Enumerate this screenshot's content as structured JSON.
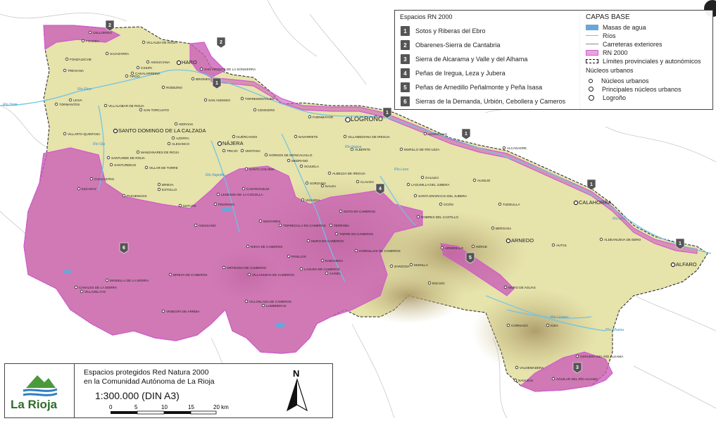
{
  "rn_legend": {
    "title": "Espacios RN 2000",
    "items": [
      {
        "num": "1",
        "label": "Sotos y Riberas del Ebro"
      },
      {
        "num": "2",
        "label": "Obarenes-Sierra de Cantabria"
      },
      {
        "num": "3",
        "label": "Sierra de Alcarama y Valle y del Alhama"
      },
      {
        "num": "4",
        "label": "Peñas de Iregua, Leza y Jubera"
      },
      {
        "num": "5",
        "label": "Peñas de Arnedillo Peñalmonte y Peña Isasa"
      },
      {
        "num": "6",
        "label": "Sierras de la Demanda, Urbión, Cebollera y Cameros"
      }
    ]
  },
  "base_legend": {
    "title": "CAPAS BASE",
    "masas": "Masas de agua",
    "rios": "Ríos",
    "carreteras": "Carreteras exteriores",
    "rn": "RN 2000",
    "limites": "Límites provinciales y autonómicos",
    "nucleos_header": "Núcleos urbanos",
    "nucleos": "Núcleos urbanos",
    "principales": "Principales núcleos urbanos",
    "logrono": "Logroño"
  },
  "title_box": {
    "line1": "Espacios protegidos Red Natura 2000",
    "line2": "en la Comunidad Autónoma de La Rioja",
    "scale": "1:300.000 (DIN A3)",
    "ticks": [
      "0",
      "5",
      "10",
      "15",
      "20 km"
    ],
    "logo": "La Rioja"
  },
  "north": "N",
  "zone_markers": [
    {
      "num": "2"
    },
    {
      "num": "2"
    },
    {
      "num": "1"
    },
    {
      "num": "1"
    },
    {
      "num": "1"
    },
    {
      "num": "1"
    },
    {
      "num": "1"
    },
    {
      "num": "4"
    },
    {
      "num": "5"
    },
    {
      "num": "6"
    },
    {
      "num": "3"
    }
  ],
  "towns": [
    {
      "name": "CELLORIGO"
    },
    {
      "name": "VILLALBA DE RIOJA"
    },
    {
      "name": "FONCEA"
    },
    {
      "name": "SAJAZARRA"
    },
    {
      "name": "FONZALECHE"
    },
    {
      "name": "ANGUCIANA"
    },
    {
      "name": "HARO"
    },
    {
      "name": "CIHURI"
    },
    {
      "name": "TIRGO"
    },
    {
      "name": "CASALARREINA"
    },
    {
      "name": "TREVIANA"
    },
    {
      "name": "SAN VICENTE DE LA SONSIERRA"
    },
    {
      "name": "BRIONES"
    },
    {
      "name": "RODEZNO"
    },
    {
      "name": "LEIVA"
    },
    {
      "name": "TORMANTOS"
    },
    {
      "name": "VILLALOBAR DE RIOJA"
    },
    {
      "name": "SAN TORCUATO"
    },
    {
      "name": "SAN ASENSIO"
    },
    {
      "name": "TORREMONTALBO"
    },
    {
      "name": "CENICERO"
    },
    {
      "name": "FUENMAYOR"
    },
    {
      "name": "LOGROÑO"
    },
    {
      "name": "HERVIAS"
    },
    {
      "name": "VILLARTA-QUINTANA"
    },
    {
      "name": "SANTO DOMINGO DE LA CALZADA"
    },
    {
      "name": "AZOFRA"
    },
    {
      "name": "ALESANCO"
    },
    {
      "name": "HUÉRCANOS"
    },
    {
      "name": "NÁJERA"
    },
    {
      "name": "NAVARRETE"
    },
    {
      "name": "VILLAMEDIANA DE IREGUA"
    },
    {
      "name": "AGONCILLO"
    },
    {
      "name": "ALBERITE"
    },
    {
      "name": "MURILLO DE RÍO LEZA"
    },
    {
      "name": "ALCANADRE"
    },
    {
      "name": "MANZANARES DE RIOJA"
    },
    {
      "name": "TRICIO"
    },
    {
      "name": "VENTOSA"
    },
    {
      "name": "HORNOS DE MONCALVILLO"
    },
    {
      "name": "MEDRANO"
    },
    {
      "name": "SOJUELA"
    },
    {
      "name": "SANTURDE DE RIOJA"
    },
    {
      "name": "SANTURDEJO"
    },
    {
      "name": "VILLAR DE TORRE"
    },
    {
      "name": "SANTA COLOMA"
    },
    {
      "name": "ALBELDA DE IREGUA"
    },
    {
      "name": "GALILEA"
    },
    {
      "name": "AUSEJO"
    },
    {
      "name": "EZCARAY"
    },
    {
      "name": "OJACASTRO"
    },
    {
      "name": "BRIEVA"
    },
    {
      "name": "ESTOLLO"
    },
    {
      "name": "PAZUENGOS"
    },
    {
      "name": "CASTROVIEJO"
    },
    {
      "name": "LEDESMA DE LA COGOLLA"
    },
    {
      "name": "SORZANO"
    },
    {
      "name": "NALDA"
    },
    {
      "name": "CLAVIJO"
    },
    {
      "name": "LAGUNILLA DEL JUBERA"
    },
    {
      "name": "SANTA ENGRACIA DEL JUBERA"
    },
    {
      "name": "MATUTE"
    },
    {
      "name": "PEDROSO"
    },
    {
      "name": "VIGUERA"
    },
    {
      "name": "OCÓN"
    },
    {
      "name": "TUDELILLA"
    },
    {
      "name": "CALAHORRA"
    },
    {
      "name": "SOTO EN CAMEROS"
    },
    {
      "name": "ROBRES DEL CASTILLO"
    },
    {
      "name": "ANGUIANO"
    },
    {
      "name": "NESTARES"
    },
    {
      "name": "TORRECILLA EN CAMEROS"
    },
    {
      "name": "TERROBA"
    },
    {
      "name": "TORRE EN CAMEROS"
    },
    {
      "name": "BERGASA"
    },
    {
      "name": "MURO EN CAMEROS"
    },
    {
      "name": "ARNEDO"
    },
    {
      "name": "AUTOL"
    },
    {
      "name": "ALDEANUEVA DE EBRO"
    },
    {
      "name": "NIEVA DE CAMEROS"
    },
    {
      "name": "HORNILLOS DE CAMEROS"
    },
    {
      "name": "ARNEDILLO"
    },
    {
      "name": "HERCE"
    },
    {
      "name": "PINILLOS"
    },
    {
      "name": "RABANERA"
    },
    {
      "name": "MUNILLA"
    },
    {
      "name": "ZARZOSA"
    },
    {
      "name": "ALFARO"
    },
    {
      "name": "ORTIGOSA DE CAMEROS"
    },
    {
      "name": "LAGUNA DE CAMEROS"
    },
    {
      "name": "VILLANUEVA DE CAMEROS"
    },
    {
      "name": "AJAMIL"
    },
    {
      "name": "MANSILLA DE LA SIERRA"
    },
    {
      "name": "CANALES DE LA SIERRA"
    },
    {
      "name": "VILLAVELAYO"
    },
    {
      "name": "BRIEVA DE CAMEROS"
    },
    {
      "name": "ENCISO"
    },
    {
      "name": "MURO DE AGUAS"
    },
    {
      "name": "VILLOSLADA DE CAMEROS"
    },
    {
      "name": "LUMBRERAS"
    },
    {
      "name": "VINIEGRA DE ARRIBA"
    },
    {
      "name": "CORNAGO"
    },
    {
      "name": "IGEA"
    },
    {
      "name": "CERVERA DEL RÍO ALHAMA"
    },
    {
      "name": "VALDEMADERA"
    },
    {
      "name": "NAVAJÚN"
    },
    {
      "name": "AGUILAR DEL RÍO ALHAMA"
    }
  ],
  "rivers": [
    {
      "name": "Río Tirón"
    },
    {
      "name": "Río Ebro"
    },
    {
      "name": "Río Oja"
    },
    {
      "name": "Río Najerilla"
    },
    {
      "name": "Río Iregua"
    },
    {
      "name": "Río Leza"
    },
    {
      "name": "Río Ebro"
    },
    {
      "name": "Río Alhama"
    },
    {
      "name": "Río Linares"
    }
  ],
  "colors": {
    "rn_fill": "#c95bb7",
    "rn_border": "#d35bd0",
    "plain": "#e6e3ab",
    "hills": "#b7a478",
    "river": "#6ec4e6",
    "water": "#6aa7d8"
  }
}
